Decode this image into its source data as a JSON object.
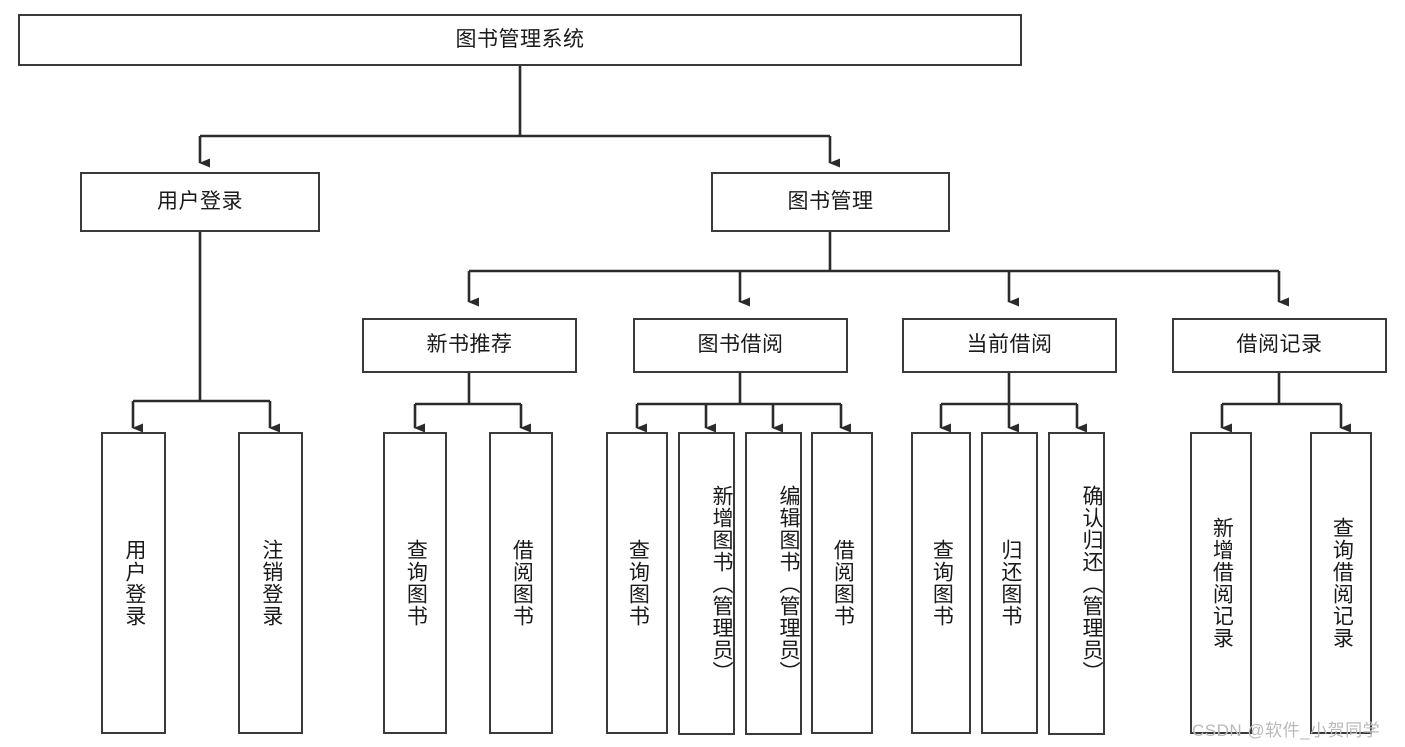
{
  "diagram": {
    "type": "hierarchy-tree",
    "title": "图书管理系统",
    "root": {
      "id": "root",
      "label": "图书管理系统"
    },
    "level2": [
      {
        "id": "user-login",
        "label": "用户登录"
      },
      {
        "id": "book-manage",
        "label": "图书管理"
      }
    ],
    "level3": [
      {
        "id": "new-book-recommend",
        "label": "新书推荐",
        "parent": "book-manage"
      },
      {
        "id": "book-borrow",
        "label": "图书借阅",
        "parent": "book-manage"
      },
      {
        "id": "current-borrow",
        "label": "当前借阅",
        "parent": "book-manage"
      },
      {
        "id": "borrow-record",
        "label": "借阅记录",
        "parent": "book-manage"
      }
    ],
    "leaves": [
      {
        "id": "leaf-user-login",
        "label": "用户登录",
        "parent": "user-login"
      },
      {
        "id": "leaf-logout",
        "label": "注销登录",
        "parent": "user-login"
      },
      {
        "id": "leaf-query-book-1",
        "label": "查询图书",
        "parent": "new-book-recommend"
      },
      {
        "id": "leaf-borrow-book-1",
        "label": "借阅图书",
        "parent": "new-book-recommend"
      },
      {
        "id": "leaf-query-book-2",
        "label": "查询图书",
        "parent": "book-borrow"
      },
      {
        "id": "leaf-add-book",
        "label": "新增图书（管理员）",
        "parent": "book-borrow"
      },
      {
        "id": "leaf-edit-book",
        "label": "编辑图书（管理员）",
        "parent": "book-borrow"
      },
      {
        "id": "leaf-borrow-book-2",
        "label": "借阅图书",
        "parent": "book-borrow"
      },
      {
        "id": "leaf-query-book-3",
        "label": "查询图书",
        "parent": "current-borrow"
      },
      {
        "id": "leaf-return-book",
        "label": "归还图书",
        "parent": "current-borrow"
      },
      {
        "id": "leaf-confirm-return",
        "label": "确认归还（管理员）",
        "parent": "current-borrow"
      },
      {
        "id": "leaf-add-record",
        "label": "新增借阅记录",
        "parent": "borrow-record"
      },
      {
        "id": "leaf-query-record",
        "label": "查询借阅记录",
        "parent": "borrow-record"
      }
    ]
  },
  "watermark": {
    "text": "CSDN @软件_小贺同学"
  },
  "colors": {
    "border": "#3a3a3a",
    "text": "#1a1a1a",
    "background": "#ffffff",
    "watermark": "#b9b9b9"
  }
}
